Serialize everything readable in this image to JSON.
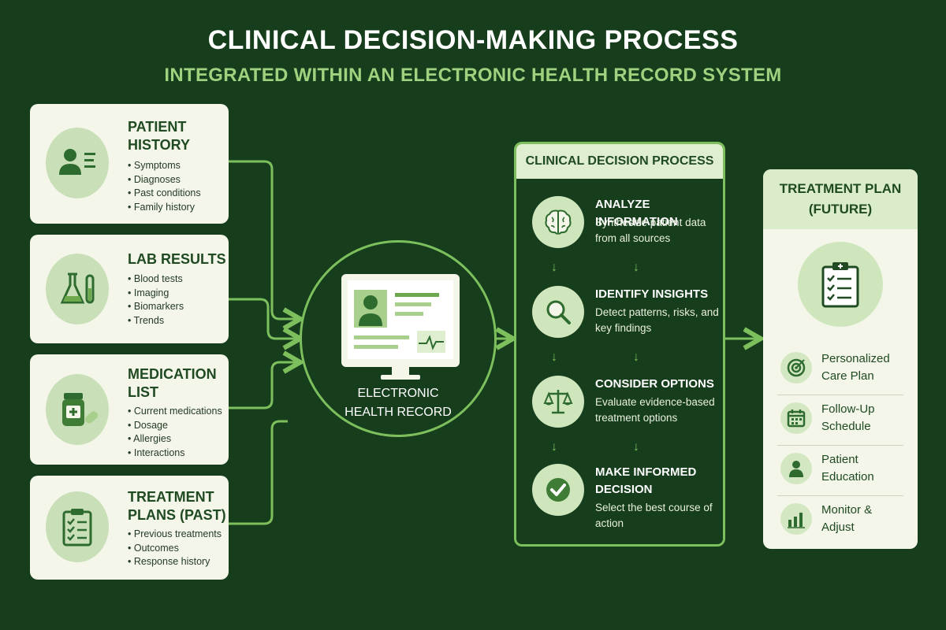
{
  "header": {
    "title": "CLINICAL DECISION-MAKING PROCESS",
    "subtitle": "INTEGRATED WITHIN AN ELECTRONIC HEALTH RECORD SYSTEM"
  },
  "inputs": [
    {
      "title": "PATIENT\nHISTORY",
      "icon": "patient-profile-icon",
      "items": [
        "Symptoms",
        "Diagnoses",
        "Past conditions",
        "Family history"
      ]
    },
    {
      "title": "LAB RESULTS",
      "icon": "lab-flask-icon",
      "items": [
        "Blood tests",
        "Imaging",
        "Biomarkers",
        "Trends"
      ]
    },
    {
      "title": "MEDICATION\nLIST",
      "icon": "medication-bottle-icon",
      "items": [
        "Current medications",
        "Dosage",
        "Allergies",
        "Interactions"
      ]
    },
    {
      "title": "TREATMENT\nPLANS (PAST)",
      "icon": "clipboard-checklist-icon",
      "items": [
        "Previous treatments",
        "Outcomes",
        "Response history"
      ]
    }
  ],
  "ehr": {
    "label_line1": "ELECTRONIC",
    "label_line2": "HEALTH RECORD",
    "icon": "monitor-record-icon"
  },
  "process": {
    "title": "CLINICAL DECISION PROCESS",
    "steps": [
      {
        "title": "ANALYZE INFORMATION",
        "desc": "Synthesize patient data from all sources",
        "icon": "brain-icon"
      },
      {
        "title": "IDENTIFY INSIGHTS",
        "desc": "Detect patterns, risks, and key findings",
        "icon": "magnifier-icon"
      },
      {
        "title": "CONSIDER OPTIONS",
        "desc": "Evaluate evidence-based treatment options",
        "icon": "scales-icon"
      },
      {
        "title": "MAKE INFORMED DECISION",
        "desc": "Select the best course of action",
        "icon": "checkmark-icon"
      }
    ]
  },
  "future": {
    "title_line1": "TREATMENT PLAN",
    "title_line2": "(FUTURE)",
    "items": [
      {
        "label": "Personalized\nCare Plan",
        "icon": "target-icon"
      },
      {
        "label": "Follow-Up\nSchedule",
        "icon": "calendar-icon"
      },
      {
        "label": "Patient\nEducation",
        "icon": "person-icon"
      },
      {
        "label": "Monitor &\nAdjust",
        "icon": "bar-chart-icon"
      }
    ]
  },
  "colors": {
    "background": "#163d1c",
    "accent": "#7cbf5c",
    "card": "#f4f6ea",
    "subtitle": "#9fd17e"
  }
}
